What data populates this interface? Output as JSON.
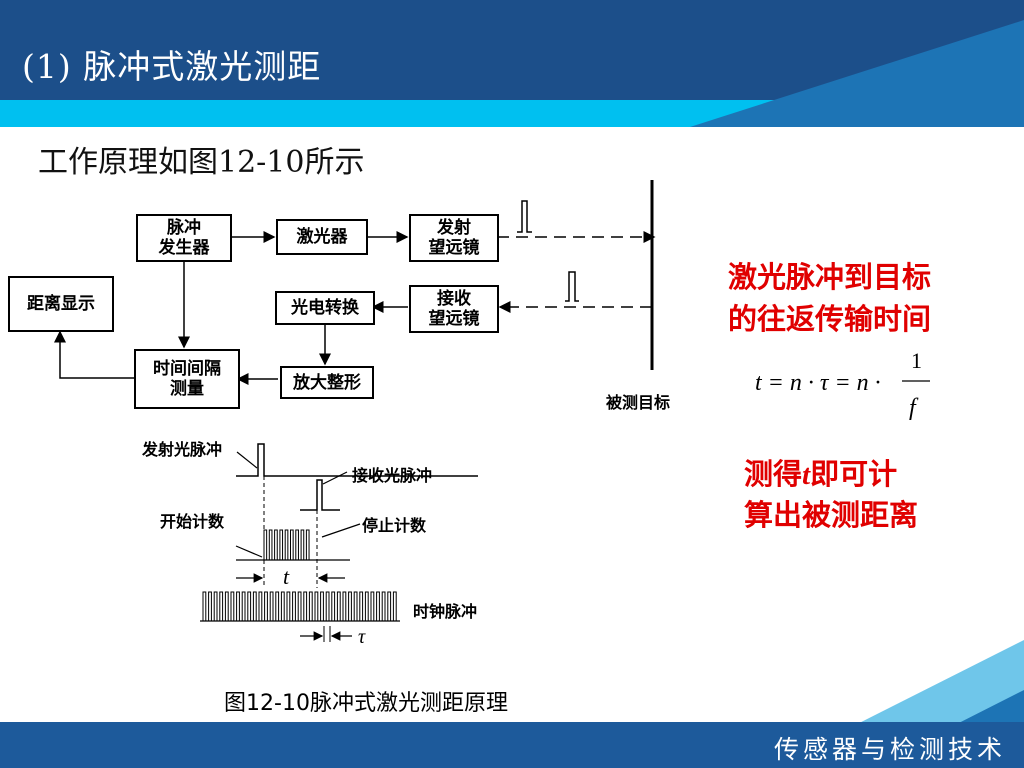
{
  "slide": {
    "title": "(1) 脉冲式激光测距",
    "subtitle": "工作原理如图12-10所示",
    "footer": "传感器与检测技术"
  },
  "blocks": {
    "pulse_generator": "脉冲\n发生器",
    "laser": "激光器",
    "tx_telescope": "发射\n望远镜",
    "rx_telescope": "接收\n望远镜",
    "photoelectric": "光电转换",
    "amplifier": "放大整形",
    "interval": "时间间隔\n测量",
    "distance_display": "距离显示",
    "target_label": "被测目标"
  },
  "timing": {
    "emit_pulse": "发射光脉冲",
    "recv_pulse": "接收光脉冲",
    "start_count": "开始计数",
    "stop_count": "停止计数",
    "t_symbol": "t",
    "clock": "时钟脉冲",
    "tau_symbol": "τ"
  },
  "notes": {
    "line1": "激光脉冲到目标",
    "line2": "的往返传输时间",
    "measure_prefix": "测得",
    "measure_var": "t",
    "measure_suffix": "即可计",
    "line4": "算出被测距离"
  },
  "formula": {
    "lhs": "t = n · τ = n ·",
    "numerator": "1",
    "denominator": "f"
  },
  "figure_caption": "图12-10脉冲式激光测距原理",
  "colors": {
    "header_dark": "#1c4f8a",
    "header_cyan": "#00c0f0",
    "accent_red": "#e00000"
  }
}
